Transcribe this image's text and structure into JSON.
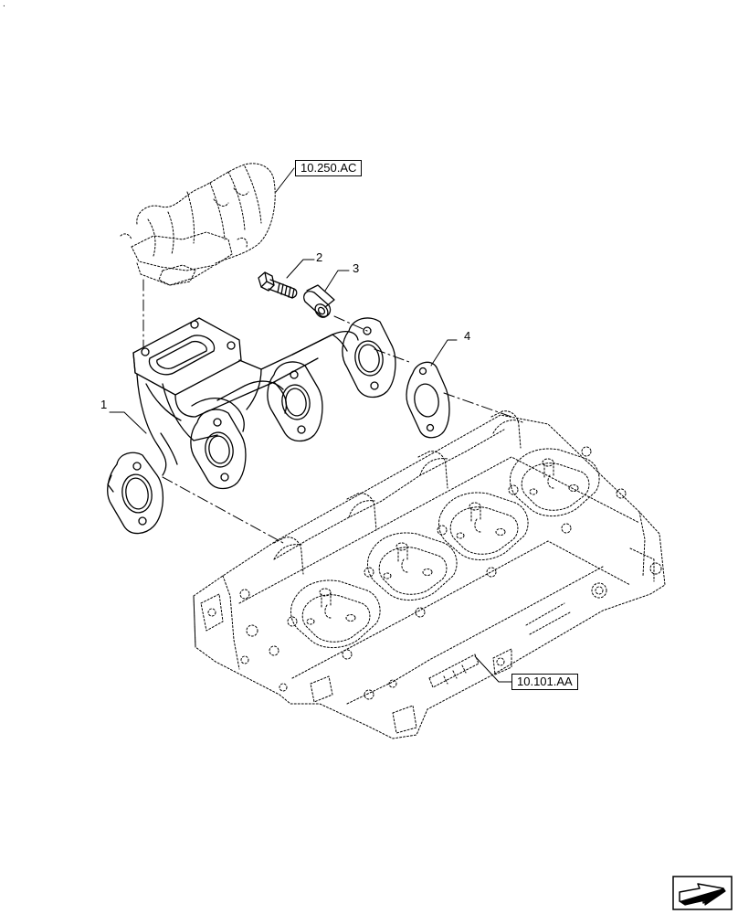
{
  "page": {
    "corner_mark": "."
  },
  "references": {
    "upper": "10.250.AC",
    "lower": "10.101.AA"
  },
  "callouts": {
    "exhaust_manifold": "1",
    "bolt": "2",
    "spacer": "3",
    "gasket": "4"
  },
  "navigation": {
    "icon": "next-page-arrow-icon"
  }
}
